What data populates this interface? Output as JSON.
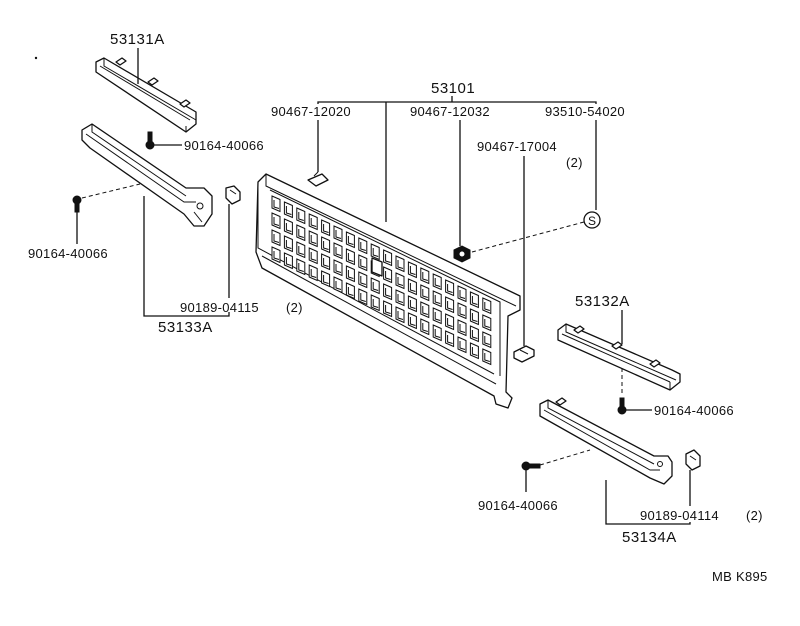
{
  "labels": {
    "part_53131A": "53131A",
    "part_53101": "53101",
    "part_90467_12020": "90467-12020",
    "part_90467_12032": "90467-12032",
    "part_93510_54020": "93510-54020",
    "part_90164_40066_a": "90164-40066",
    "part_90467_17004": "90467-17004",
    "qty_90467_17004": "(2)",
    "part_90164_40066_b": "90164-40066",
    "part_90189_04115": "90189-04115",
    "qty_90189_04115": "(2)",
    "part_53133A": "53133A",
    "part_53132A": "53132A",
    "part_90164_40066_c": "90164-40066",
    "part_90164_40066_d": "90164-40066",
    "part_90189_04114": "90189-04114",
    "qty_90189_04114": "(2)",
    "part_53134A": "53134A",
    "seal_S": "S"
  },
  "footer": {
    "diagram_code": "MB K895"
  }
}
